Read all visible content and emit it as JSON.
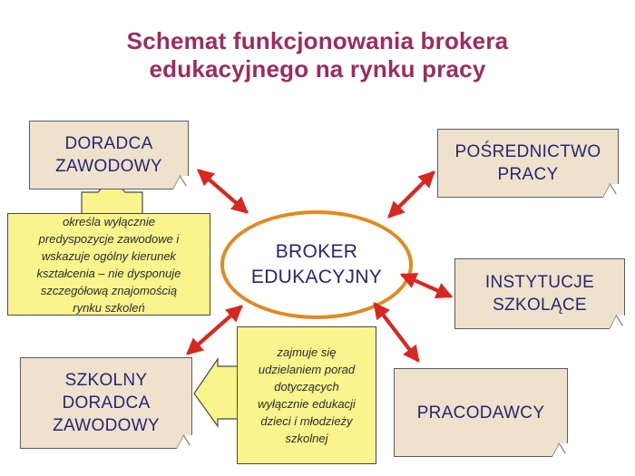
{
  "title": {
    "line1": "Schemat funkcjonowania brokera",
    "line2": "edukacyjnego na rynku pracy",
    "color": "#9e2b5e"
  },
  "center": {
    "label": "BROKER\nEDUKACYJNY",
    "outline_color": "#e08a22",
    "text_color": "#262673"
  },
  "entities": [
    {
      "id": "doradca-zawodowy",
      "label": "DORADCA\nZAWODOWY"
    },
    {
      "id": "posrednictwo-pracy",
      "label": "POŚREDNICTWO\nPRACY"
    },
    {
      "id": "instytucje-szkolace",
      "label": "INSTYTUCJE\nSZKOLĄCE"
    },
    {
      "id": "pracodawcy",
      "label": "PRACODAWCY"
    },
    {
      "id": "szkolny-doradca-zawodowy",
      "label": "SZKOLNY\nDORADCA\nZAWODOWY"
    }
  ],
  "notes": [
    {
      "id": "note-doradca",
      "text": "określa wyłącznie\npredyspozycje zawodowe i\nwskazuje ogólny kierunek\nkształcenia – nie dysponuje\nszczegółową znajomością\nrynku szkoleń"
    },
    {
      "id": "note-szkolny-doradca",
      "text": "zajmuje się\nudzielaniem porad\ndotyczących\nwyłącznie edukacji\ndzieci i młodzieży\nszkolnej"
    }
  ],
  "colors": {
    "box_fill": "#efe2cd",
    "box_border": "#5b5b6b",
    "note_fill": "#faf48c",
    "note_border": "#4a4a44",
    "arrow_red": "#d7271f",
    "callout_yellow": "#faf48c",
    "background": "#ffffff"
  }
}
